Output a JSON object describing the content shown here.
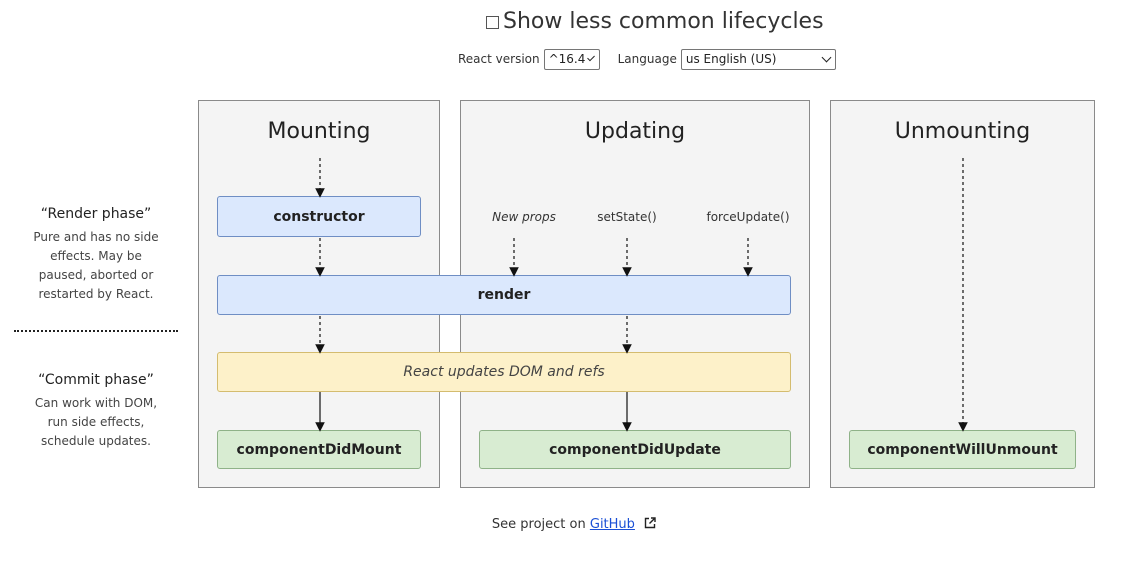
{
  "toggle": {
    "label": "Show less common lifecycles",
    "checked": false
  },
  "controls": {
    "react_version_label": "React version",
    "react_version_value": "^16.4",
    "language_label": "Language",
    "language_value": "us English (US)"
  },
  "phases": {
    "render": {
      "title": "“Render phase”",
      "description": "Pure and has no side effects. May be paused, aborted or restarted by React."
    },
    "commit": {
      "title": "“Commit phase”",
      "description": "Can work with DOM, run side effects, schedule updates."
    }
  },
  "columns": {
    "mounting": "Mounting",
    "updating": "Updating",
    "unmounting": "Unmounting"
  },
  "triggers": {
    "new_props": "New props",
    "set_state": "setState()",
    "force_update": "forceUpdate()"
  },
  "methods": {
    "constructor": "constructor",
    "render": "render",
    "dom_update": "React updates DOM and refs",
    "component_did_mount": "componentDidMount",
    "component_did_update": "componentDidUpdate",
    "component_will_unmount": "componentWillUnmount"
  },
  "footer": {
    "prefix": "See project on",
    "link": "GitHub"
  }
}
